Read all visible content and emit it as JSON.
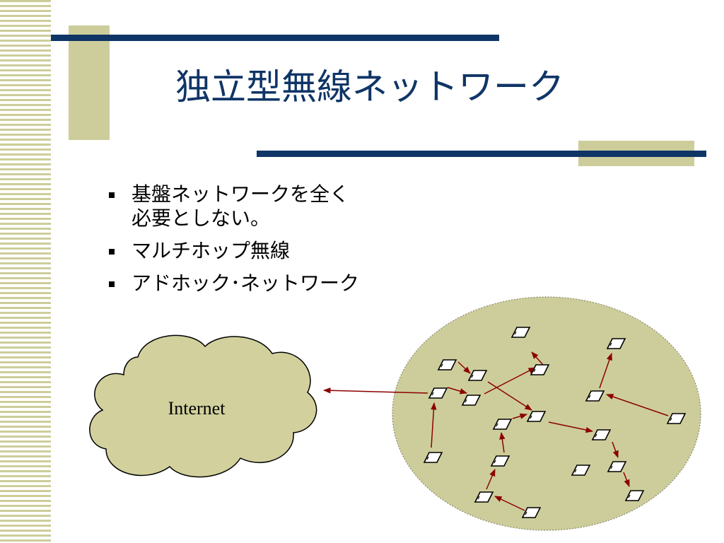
{
  "slide": {
    "title": "独立型無線ネットワーク",
    "bullets": [
      {
        "line1": "基盤ネットワークを全く",
        "line2": "必要としない。"
      },
      {
        "line1": "マルチホップ無線",
        "line2": ""
      },
      {
        "line1": "アドホック･ネットワーク",
        "line2": ""
      }
    ]
  },
  "diagram": {
    "cloud_label": "Internet",
    "node_icon": "terminal-icon",
    "colors": {
      "accent_navy": "#0f3566",
      "accent_khaki": "#cdcd9b",
      "network_fill": "#cdcd9b",
      "cloud_fill": "#d2d19d",
      "arrow": "#8b0000"
    }
  }
}
